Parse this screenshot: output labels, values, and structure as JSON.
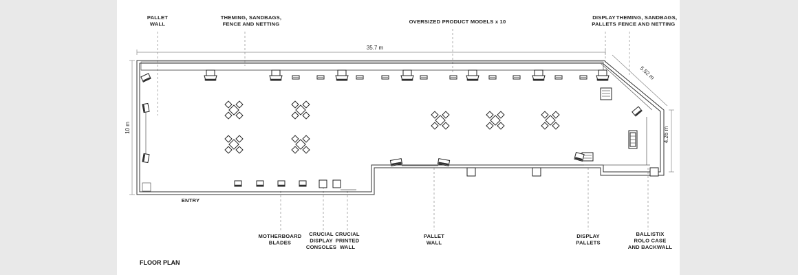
{
  "plan_title": "FLOOR PLAN",
  "labels": {
    "pallet_wall_top": [
      "PALLET",
      "WALL"
    ],
    "theming_left": [
      "THEMING, SANDBAGS,",
      "FENCE AND NETTING"
    ],
    "oversized": [
      "OVERSIZED PRODUCT MODELS x 10"
    ],
    "display_pallets_top": [
      "DISPLAY",
      "PALLETS"
    ],
    "theming_right": [
      "THEMING, SANDBAGS,",
      "FENCE AND NETTING"
    ],
    "entry": [
      "ENTRY"
    ],
    "motherboard": [
      "MOTHERBOARD",
      "BLADES"
    ],
    "crucial_display": [
      "CRUCIAL",
      "DISPLAY",
      "CONSOLES"
    ],
    "crucial_printed": [
      "CRUCIAL",
      "PRINTED",
      "WALL"
    ],
    "pallet_wall_bottom": [
      "PALLET",
      "WALL"
    ],
    "display_pallets_bottom": [
      "DISPLAY",
      "PALLETS"
    ],
    "ballistix": [
      "BALLISTIX",
      "ROLO CASE",
      "AND BACKWALL"
    ]
  },
  "dimensions": {
    "length": "35.7 m",
    "depth": "10 m",
    "angled": "5.52 m",
    "right_side": "4.26 m"
  },
  "colors": {
    "background": "#e9e9e9",
    "sheet": "#ffffff",
    "linework": "#222222",
    "leader": "#9a9a9a"
  }
}
